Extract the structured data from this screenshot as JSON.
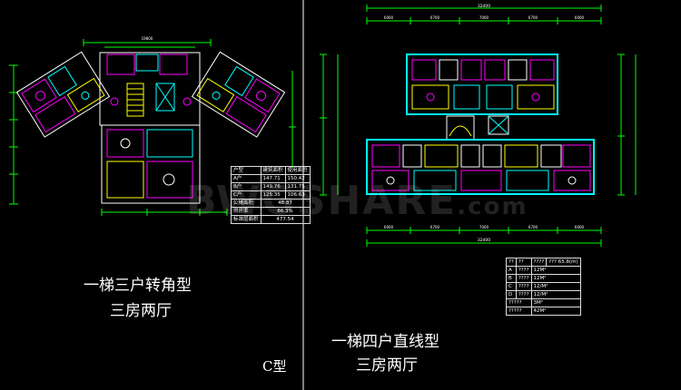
{
  "left_plan": {
    "title_line1": "一梯三户转角型",
    "title_line2": "三房两厅",
    "type_label": "C型",
    "area_table": {
      "headers": [
        "户型",
        "建筑面积",
        "使用面积"
      ],
      "rows": [
        [
          "A户",
          "147.71",
          "150.42"
        ],
        [
          "B户",
          "149.76",
          "131.75"
        ],
        [
          "C户",
          "125.35",
          "106.63"
        ]
      ],
      "summary": [
        [
          "公摊面积",
          "48.87"
        ],
        [
          "得房率",
          "86.3%"
        ],
        [
          "标准层面积",
          "477.54"
        ]
      ]
    },
    "top_dim": "19800"
  },
  "right_plan": {
    "title_line1": "一梯四户直线型",
    "title_line2": "三房两厅",
    "top_dim": "32400",
    "top_segments": [
      "6000",
      "6700",
      "7000",
      "6700",
      "6000"
    ],
    "bottom_segments": [
      "6000",
      "6700",
      "7000",
      "6700",
      "6000"
    ],
    "bottom_total": "32400",
    "legend_table": {
      "headers": [
        "??",
        "??",
        "????",
        "??? 65.8(m)"
      ],
      "rows": [
        [
          "A",
          "????",
          "12M²"
        ],
        [
          "B",
          "????",
          "12M²"
        ],
        [
          "C",
          "????",
          "12/M²"
        ],
        [
          "D",
          "????",
          "12/M²"
        ],
        [
          "?????",
          "",
          "3M²"
        ],
        [
          "?????",
          "",
          "42M²"
        ]
      ]
    }
  },
  "watermark": {
    "text": "BWGSHARE",
    "suffix": ".com"
  }
}
